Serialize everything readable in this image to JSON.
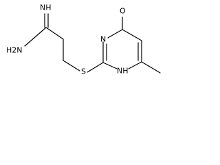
{
  "molecule": {
    "atoms": {
      "imine": "NH",
      "amine": "H2N",
      "sulfur": "S",
      "ring_n_top": "N",
      "ring_nh": "NH",
      "carbonyl_o": "O"
    }
  }
}
